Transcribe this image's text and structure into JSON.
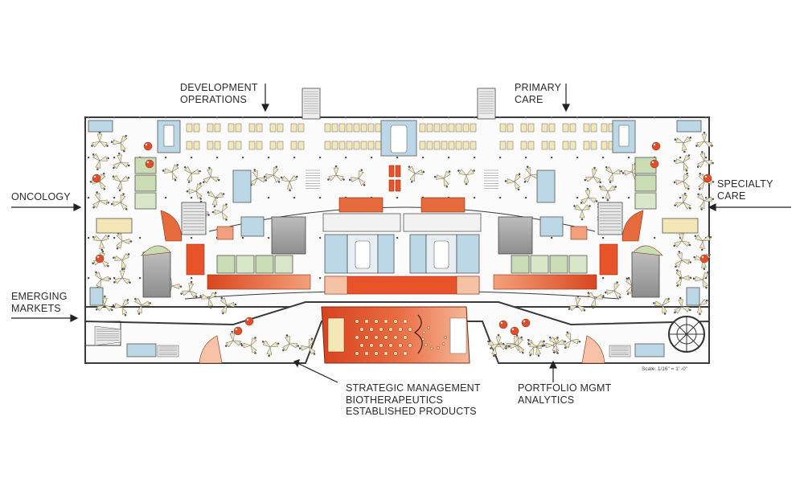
{
  "labels": {
    "development_operations": [
      "DEVELOPMENT",
      "OPERATIONS"
    ],
    "primary_care": [
      "PRIMARY",
      "CARE"
    ],
    "oncology": [
      "ONCOLOGY"
    ],
    "specialty_care": [
      "SPECIALTY",
      "CARE"
    ],
    "emerging_markets": [
      "EMERGING",
      "MARKETS"
    ],
    "strategic_group": [
      "STRATEGIC MANAGEMENT",
      "BIOTHERAPEUTICS",
      "ESTABLISHED PRODUCTS"
    ],
    "portfolio_group": [
      "PORTFOLIO MGMT",
      "ANALYTICS"
    ]
  },
  "scale_note": "Scale: 1/16\" = 1' -0\"",
  "colors": {
    "workstation": "#f3e7b8",
    "meeting_blue": "#bcd8e6",
    "meeting_green": "#c9dcb4",
    "accent_orange": "#e2502a",
    "accent_light": "#f7c7ad",
    "core_gray": "#a8a8a8",
    "wall": "#3a3a3a"
  }
}
